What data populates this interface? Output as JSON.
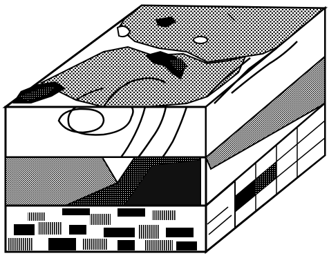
{
  "colors": {
    "ink": "#000000",
    "paper": "#ffffff",
    "stipple": "#6a6a6a",
    "mid_gray": "#9a9a9a",
    "dark_gray": "#4a4a4a"
  },
  "layers": [
    {
      "id": "terrain-layer",
      "fill": "stippled-map"
    },
    {
      "id": "contour-layer",
      "fill": "contour-lines"
    },
    {
      "id": "polygon-layer",
      "fill": "shaded-polygons"
    },
    {
      "id": "raster-layer",
      "fill": "grid-cells"
    }
  ]
}
